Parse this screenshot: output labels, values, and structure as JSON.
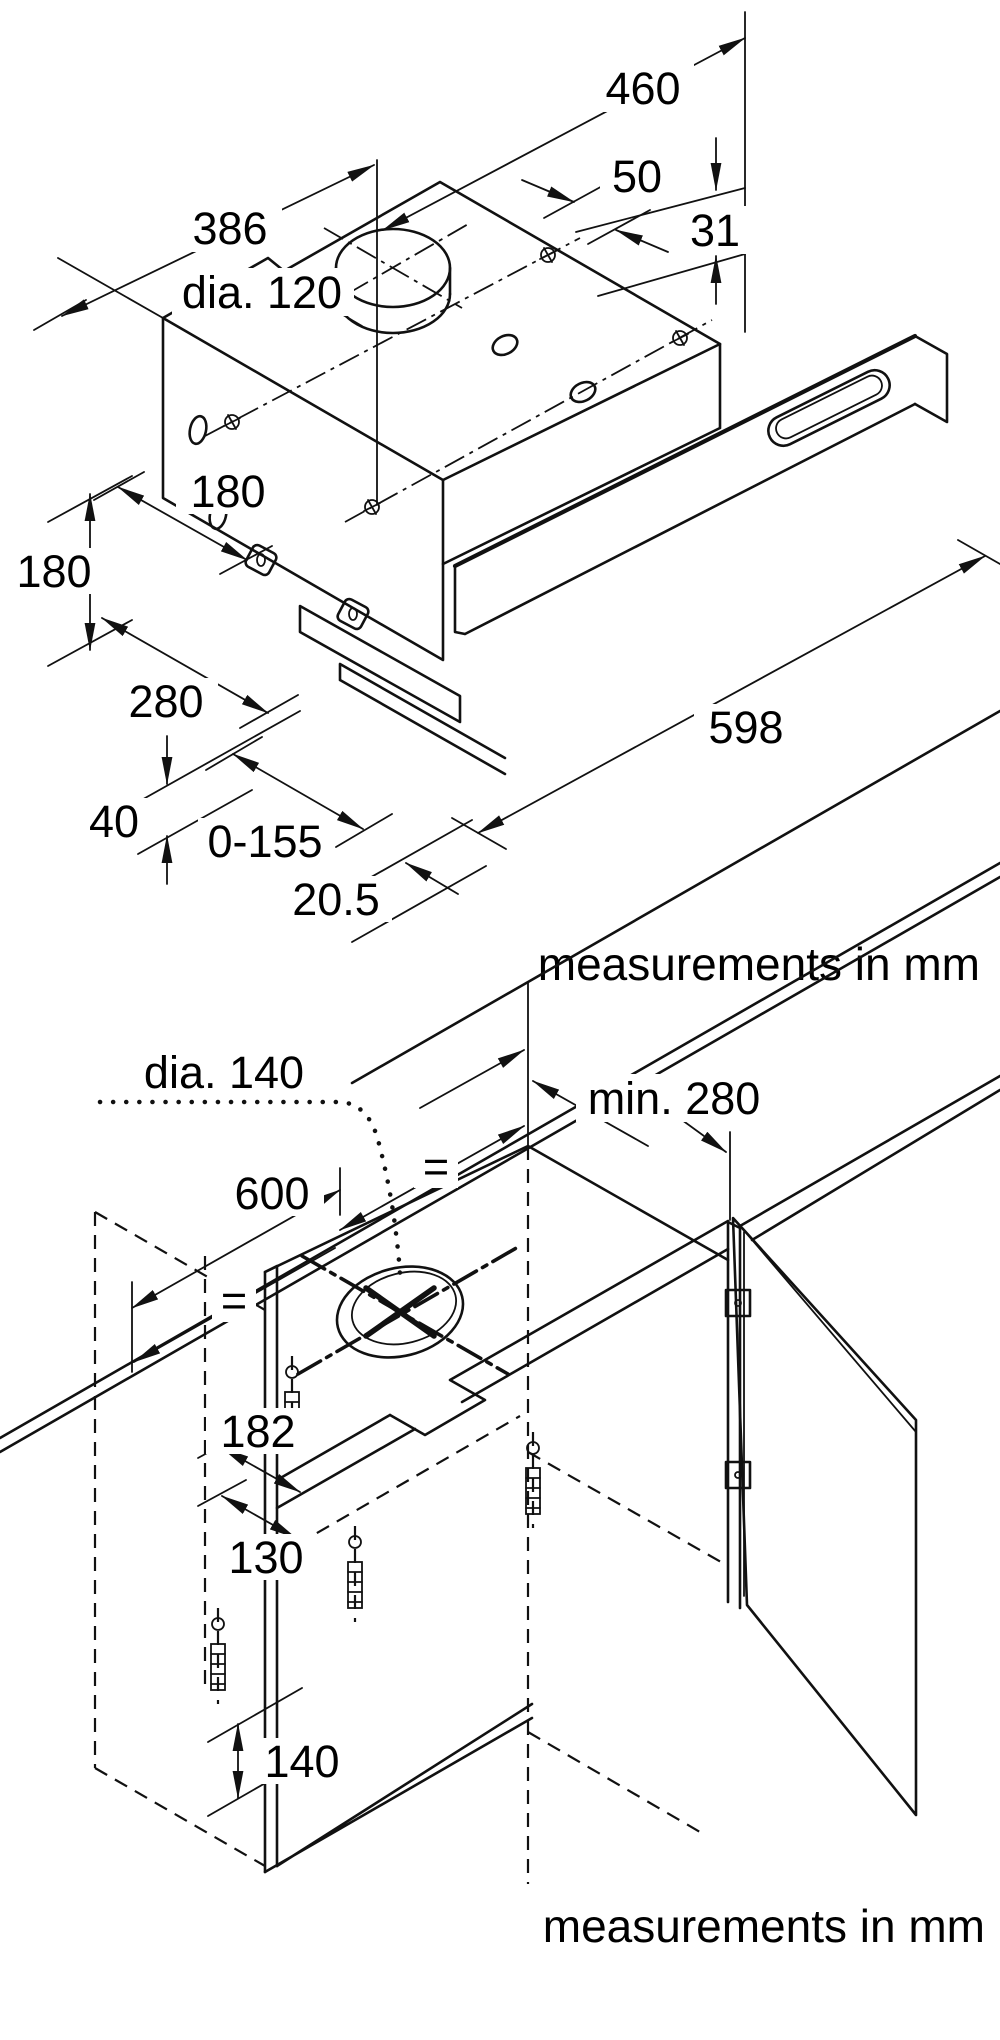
{
  "figure": {
    "caption": "measurements in mm",
    "top_diagram": {
      "title": "telescopic-hood-dimensions",
      "dims": {
        "top_width": "460",
        "screw_offset_a": "50",
        "screw_offset_b": "31",
        "top_depth": "386",
        "duct_diameter": "dia. 120",
        "bracket_depth": "180",
        "body_height": "180",
        "body_depth": "280",
        "visor_width": "598",
        "visor_height": "40",
        "pullout_travel": "0-155",
        "visor_offset": "20.5"
      }
    },
    "bottom_diagram": {
      "title": "cabinet-installation-cutout",
      "dims": {
        "hole_diameter": "dia. 140",
        "min_depth": "min. 280",
        "cabinet_width": "600",
        "equal_left": "=",
        "equal_right": "=",
        "cutout_width": "182",
        "cutout_depth": "130",
        "front_height": "140"
      }
    }
  }
}
